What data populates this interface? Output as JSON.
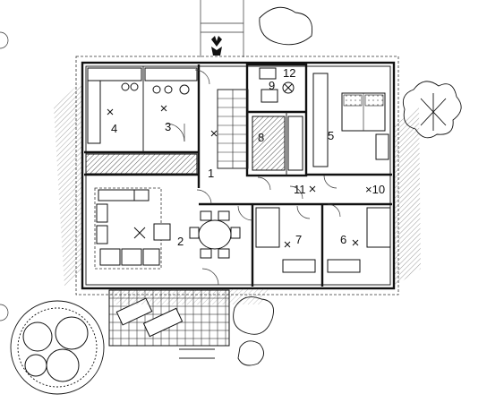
{
  "plan": {
    "room_numbers": [
      {
        "id": "r1",
        "label": "1"
      },
      {
        "id": "r2",
        "label": "2"
      },
      {
        "id": "r3",
        "label": "3"
      },
      {
        "id": "r4",
        "label": "4"
      },
      {
        "id": "r5",
        "label": "5"
      },
      {
        "id": "r6",
        "label": "6"
      },
      {
        "id": "r7",
        "label": "7"
      },
      {
        "id": "r8",
        "label": "8"
      },
      {
        "id": "r9",
        "label": "9"
      },
      {
        "id": "r10",
        "label": "×10"
      },
      {
        "id": "r11",
        "label": "11"
      },
      {
        "id": "r12",
        "label": "12"
      }
    ]
  },
  "colors": {
    "ink": "#111111",
    "paper": "#ffffff"
  }
}
